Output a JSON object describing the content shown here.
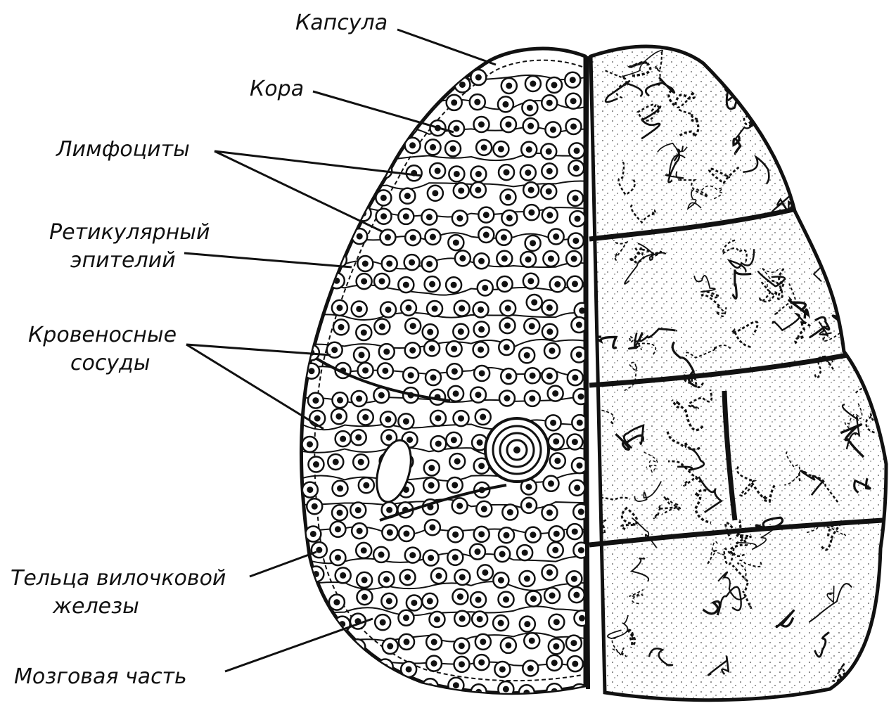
{
  "labels": {
    "capsule": "Капсула",
    "cortex": "Кора",
    "lymphocytes": "Лимфоциты",
    "reticular_epithelium_line1": "Ретикулярный",
    "reticular_epithelium_line2": "эпителий",
    "blood_vessels_line1": "Кровеносные",
    "blood_vessels_line2": "сосуды",
    "thymic_corpuscles_line1": "Тельца вилочковой",
    "thymic_corpuscles_line2": "железы",
    "medulla": "Мозговая часть"
  },
  "colors": {
    "ink": "#111111",
    "background": "#ffffff"
  }
}
